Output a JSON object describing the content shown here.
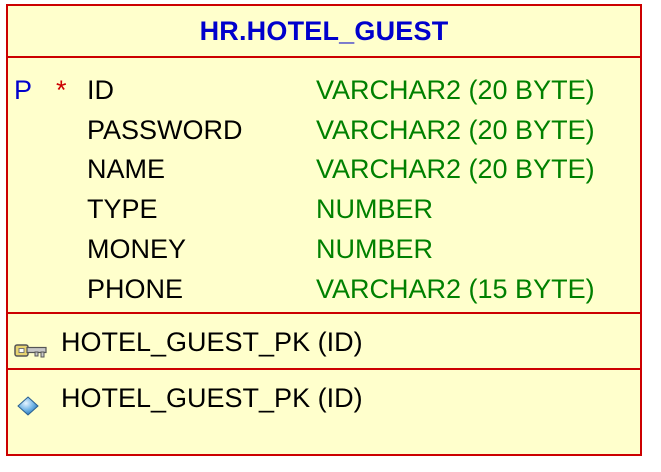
{
  "table": {
    "title": "HR.HOTEL_GUEST",
    "columns": [
      {
        "pk": "P",
        "required": "*",
        "name": "ID",
        "type": "VARCHAR2 (20 BYTE)"
      },
      {
        "pk": "",
        "required": "",
        "name": "PASSWORD",
        "type": "VARCHAR2 (20 BYTE)"
      },
      {
        "pk": "",
        "required": "",
        "name": "NAME",
        "type": "VARCHAR2 (20 BYTE)"
      },
      {
        "pk": "",
        "required": "",
        "name": "TYPE",
        "type": "NUMBER"
      },
      {
        "pk": "",
        "required": "",
        "name": "MONEY",
        "type": "NUMBER"
      },
      {
        "pk": "",
        "required": "",
        "name": "PHONE",
        "type": "VARCHAR2 (15 BYTE)"
      }
    ],
    "constraint": {
      "icon": "key-icon",
      "label": "HOTEL_GUEST_PK (ID)"
    },
    "index": {
      "icon": "index-diamond-icon",
      "label": "HOTEL_GUEST_PK (ID)"
    }
  },
  "colors": {
    "border": "#cc0000",
    "background": "#ffffcc",
    "title": "#0000cc",
    "pk_flag": "#0000cc",
    "required_flag": "#cc0000",
    "datatype": "#008000"
  }
}
